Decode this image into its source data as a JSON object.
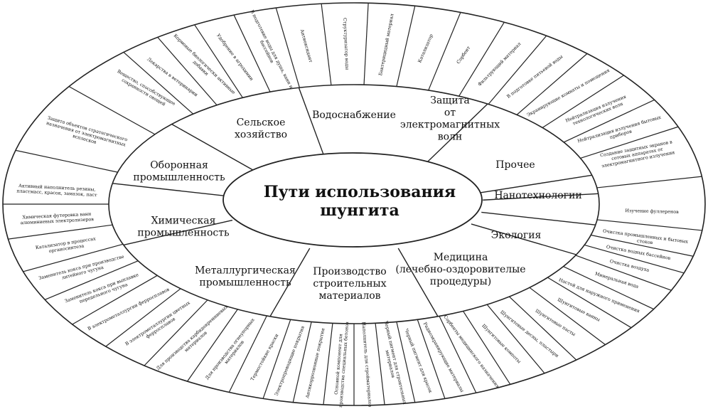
{
  "title": [
    "Пути использования",
    "шунгита"
  ],
  "sectors": [
    {
      "key": "water",
      "lines": [
        "Водоснабжение"
      ],
      "apps": [
        "Антиоксидант",
        "Структуризатор воды",
        "Бактерицидный материал",
        "Катализатор",
        "Сорбент",
        "Фильтрующий материал"
      ]
    },
    {
      "key": "emw",
      "lines": [
        "Защита",
        "от",
        "электромагнитных",
        "волн"
      ],
      "apps": [
        "В подготовке питьевой воды",
        "Экранирующие комнаты и помещения",
        "Нейтрализация излучения технологических волн",
        "Нейтрализация излучения бытовых приборов",
        "Создание защитных экранов в сотовых аппаратах от электромагнитного излучения"
      ]
    },
    {
      "key": "other",
      "lines": [
        "Прочее"
      ],
      "apps": []
    },
    {
      "key": "nano",
      "lines": [
        "Нанотехнологии"
      ],
      "apps": [
        "Изучение фуллеренов"
      ]
    },
    {
      "key": "ecology",
      "lines": [
        "Экология"
      ],
      "apps": [
        "Очистка промышленных и бытовых стоков",
        "Очистка водных бассейнов",
        "Очистка воздуха"
      ]
    },
    {
      "key": "medicine",
      "lines": [
        "Медицина",
        "(лечебно-оздоровителые",
        "процедуры)"
      ],
      "apps": [
        "Минеральная вода",
        "Настой для наружного применения",
        "Шунгитовые ванны",
        "Шунгитовые пасты",
        "Шунгитовые десны, пластыри",
        "Шунгитовые компоты",
        "Сорбенты медицинского назначения"
      ]
    },
    {
      "key": "construction",
      "lines": [
        "Производство",
        "строительных",
        "материалов"
      ],
      "apps": [
        "Радиоэкранирующие материалы",
        "Черный пигмент для красок",
        "Черный пигмент для строительных материалов",
        "Наполнитель для стройматериалов",
        "Основной компонент для производства специальных бетонов",
        "Антикоррозионные покрытия",
        "Электропроводящие покрытия",
        "Термостойкие краски"
      ]
    },
    {
      "key": "metallurgy",
      "lines": [
        "Металлургическая",
        "промышленность"
      ],
      "apps": [
        "Для производства огнеупорных материалов",
        "Для производства карбидокремниевых материалов",
        "В электрометаллургии цветных ферросплавов",
        "В электрометаллургии ферросплавов",
        "Заменитель кокса при выплавке передельного чугуна",
        "Заменитель кокса при производстве литейного чугуна"
      ]
    },
    {
      "key": "chemical",
      "lines": [
        "Химическая",
        "промышленность"
      ],
      "apps": [
        "Катализатор в процессах органосинтеза",
        "Химическая футеровка ванн алюминиевых электролизеров",
        "Активный наполнитель резины, пластмасс, красок, замазок, паст"
      ]
    },
    {
      "key": "defense",
      "lines": [
        "Оборонная",
        "промышленность"
      ],
      "apps": [
        "Защита объектов стратегического назначения от электромагнитных всплесков"
      ]
    },
    {
      "key": "agriculture",
      "lines": [
        "Сельское",
        "хозяйство"
      ],
      "apps": [
        "Вещество, способствующее сохранности овощей",
        "Лекарства в ветеринарии",
        "Кормовые биологически активные добавки",
        "Удобрение в агрохимии",
        "В подготовке воды для душа, ванн и бассейнов"
      ]
    }
  ]
}
